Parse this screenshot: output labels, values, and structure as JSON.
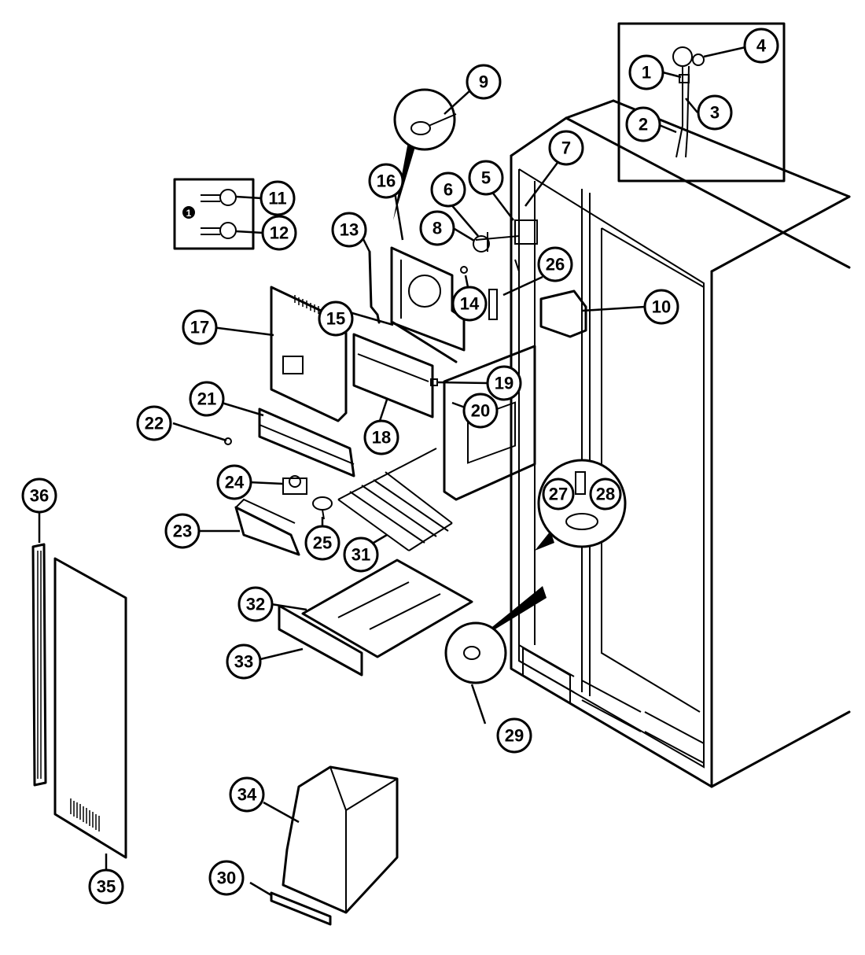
{
  "callouts": [
    {
      "id": "c1",
      "label": "1"
    },
    {
      "id": "c2",
      "label": "2"
    },
    {
      "id": "c3",
      "label": "3"
    },
    {
      "id": "c4",
      "label": "4"
    },
    {
      "id": "c5",
      "label": "5"
    },
    {
      "id": "c6",
      "label": "6"
    },
    {
      "id": "c7",
      "label": "7"
    },
    {
      "id": "c8",
      "label": "8"
    },
    {
      "id": "c9",
      "label": "9"
    },
    {
      "id": "c10",
      "label": "10"
    },
    {
      "id": "c11",
      "label": "11"
    },
    {
      "id": "c12",
      "label": "12"
    },
    {
      "id": "c13",
      "label": "13"
    },
    {
      "id": "c14",
      "label": "14"
    },
    {
      "id": "c15",
      "label": "15"
    },
    {
      "id": "c16",
      "label": "16"
    },
    {
      "id": "c17",
      "label": "17"
    },
    {
      "id": "c18",
      "label": "18"
    },
    {
      "id": "c19",
      "label": "19"
    },
    {
      "id": "c20",
      "label": "20"
    },
    {
      "id": "c21",
      "label": "21"
    },
    {
      "id": "c22",
      "label": "22"
    },
    {
      "id": "c23",
      "label": "23"
    },
    {
      "id": "c24",
      "label": "24"
    },
    {
      "id": "c25",
      "label": "25"
    },
    {
      "id": "c26",
      "label": "26"
    },
    {
      "id": "c27",
      "label": "27"
    },
    {
      "id": "c28",
      "label": "28"
    },
    {
      "id": "c29",
      "label": "29"
    },
    {
      "id": "c30",
      "label": "30"
    },
    {
      "id": "c31",
      "label": "31"
    },
    {
      "id": "c32",
      "label": "32"
    },
    {
      "id": "c33",
      "label": "33"
    },
    {
      "id": "c34",
      "label": "34"
    },
    {
      "id": "c35",
      "label": "35"
    },
    {
      "id": "c36",
      "label": "36"
    }
  ],
  "inset_box_marker": "1"
}
